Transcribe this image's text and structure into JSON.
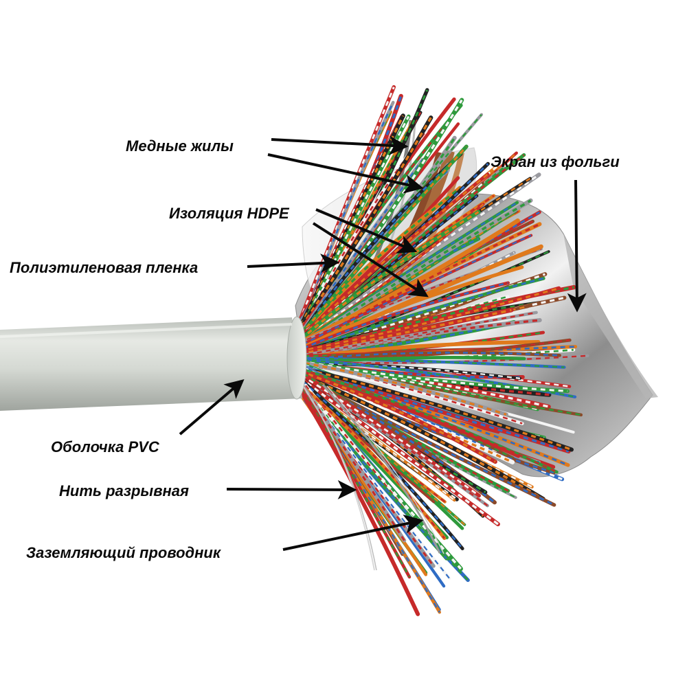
{
  "labels": {
    "copper_cores": "Медные жилы",
    "foil_screen": "Экран из фольги",
    "hdpe_insulation": "Изоляция HDPE",
    "pe_film": "Полиэтиленовая пленка",
    "pvc_sheath": "Оболочка PVC",
    "rip_cord": "Нить разрывная",
    "ground_conductor": "Заземляющий проводник"
  },
  "colors": {
    "sheath": "#d4d8d3",
    "sheath_shadow": "#a9aea8",
    "foil": "#c9c9c9",
    "copper": "#a86a3c",
    "arrow": "#0a0a0a",
    "wire_palette": [
      "#c62a2a",
      "#e07a1c",
      "#2f6cc4",
      "#2e9a3c",
      "#f4f4f4",
      "#222222",
      "#8b4a2a",
      "#9a9aa0"
    ]
  }
}
